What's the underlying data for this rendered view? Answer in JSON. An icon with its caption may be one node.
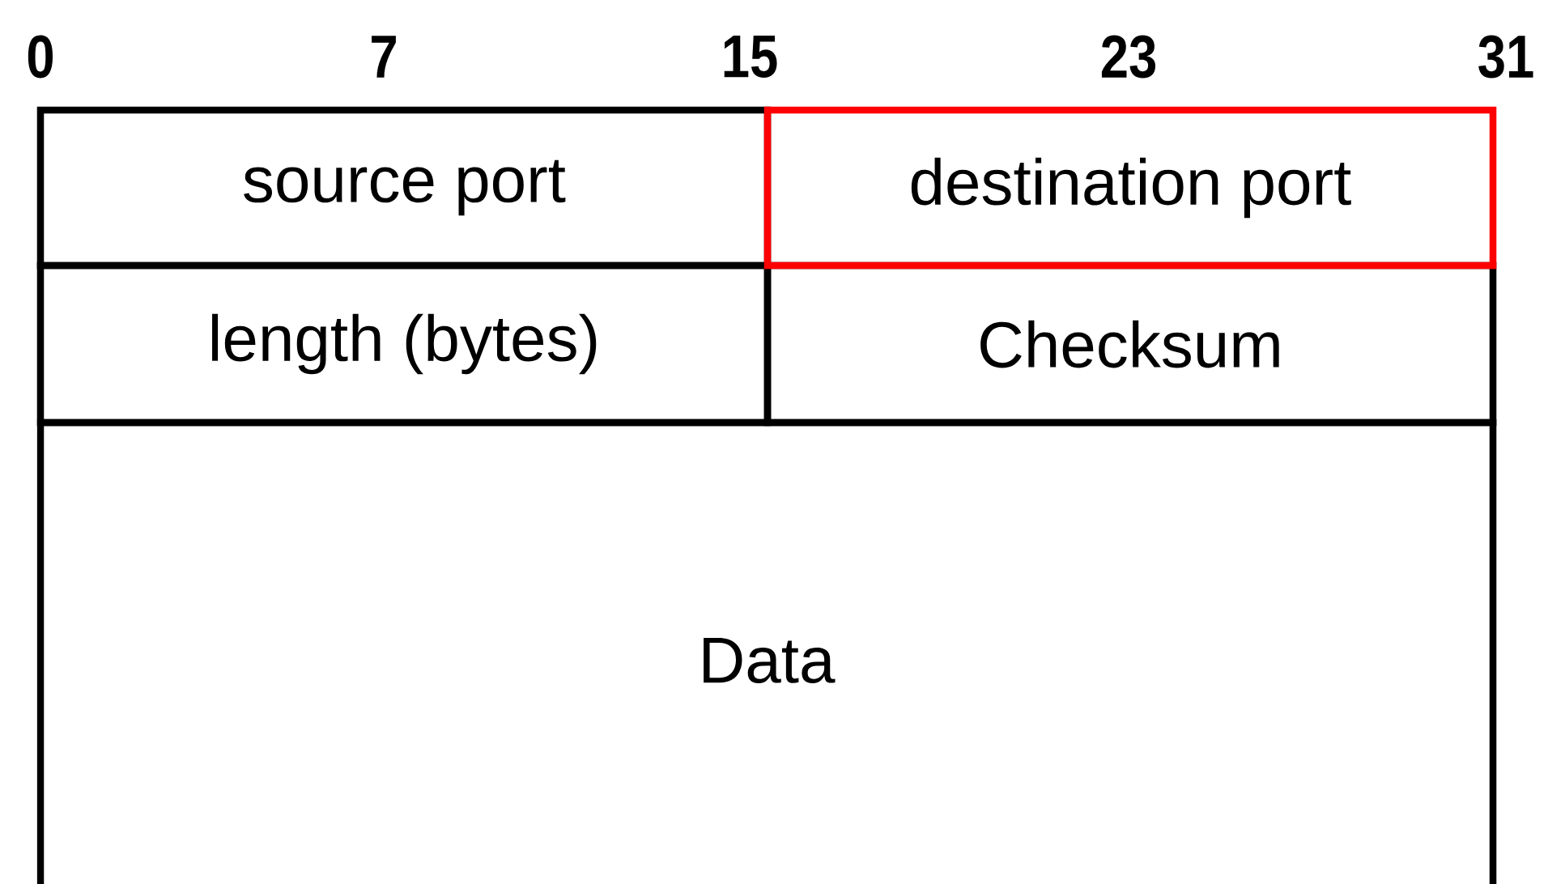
{
  "diagram": {
    "nodes": [
      {
        "text": [
          "source port"
        ]
      },
      {
        "text": [
          "destination port"
        ]
      },
      {
        "text": [
          "length (bytes)"
        ]
      },
      {
        "text": [
          "Checksum"
        ]
      },
      {
        "text": [
          "Data"
        ]
      }
    ],
    "labels": [
      "0",
      "7",
      "15",
      "23",
      "31"
    ]
  }
}
